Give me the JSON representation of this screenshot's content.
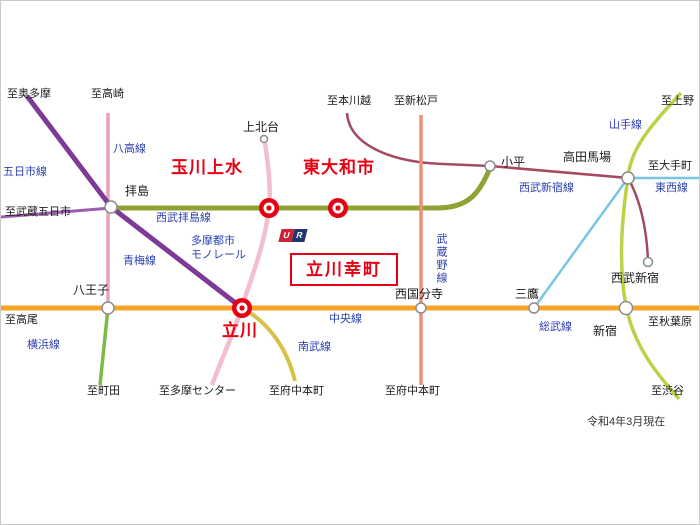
{
  "colors": {
    "ome": "#7d3a96",
    "itsukaichi": "#9a5fae",
    "hachiko": "#e9a2b8",
    "yokohama": "#7cba45",
    "seibu_haijima": "#8fa233",
    "seibu_shinjuku": "#a34a60",
    "monorail": "#f3bfcb",
    "musashino": "#ef8d75",
    "chuo": "#f5a428",
    "nambu": "#d6c149",
    "yamanote": "#bdd048",
    "tozai": "#79c6e4",
    "station_red": "#e60012",
    "line_label_blue": "#2a3eb1"
  },
  "stations": {
    "haijima": "拝島",
    "kamikitadai": "上北台",
    "kodaira": "小平",
    "takadanobaba": "高田馬場",
    "seibu_shinjuku": "西武新宿",
    "hachioji": "八王子",
    "nishikokubunji": "西国分寺",
    "mitaka": "三鷹",
    "shinjuku": "新宿",
    "tamagawajosui": "玉川上水",
    "higashiyamatoshi": "東大和市",
    "tachikawa": "立川"
  },
  "lines": {
    "hachiko": "八高線",
    "itsukaichi": "五日市線",
    "seibu_haijima": "西武拝島線",
    "ome": "青梅線",
    "monorail_1": "多摩都市",
    "monorail_2": "モノレール",
    "musashino": "武蔵野線",
    "chuo": "中央線",
    "nambu": "南武線",
    "yokohama": "横浜線",
    "seibu_shinjuku": "西武新宿線",
    "yamanote": "山手線",
    "tozai": "東西線",
    "sobu": "総武線"
  },
  "destinations": {
    "okutama": "至奥多摩",
    "takasaki": "至高崎",
    "musashi_itsukaichi": "至武蔵五日市",
    "honkawagoe": "至本川越",
    "shinmatsudo": "至新松戸",
    "ueno": "至上野",
    "otemachi": "至大手町",
    "takao": "至高尾",
    "machida": "至町田",
    "tama_center": "至多摩センター",
    "fuchu_hommachi_nambu": "至府中本町",
    "fuchu_hommachi_musashino": "至府中本町",
    "akihabara": "至秋葉原",
    "shibuya": "至渋谷"
  },
  "callout": {
    "property_name": "立川幸町",
    "logo_u": "U",
    "logo_r": "R"
  },
  "note": "令和4年3月現在"
}
